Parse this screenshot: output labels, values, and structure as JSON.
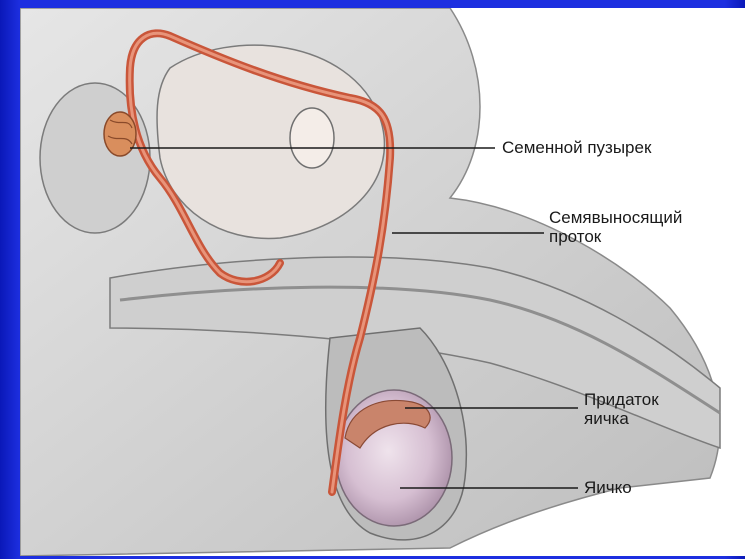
{
  "diagram": {
    "labels": {
      "seminal_vesicle": "Семенной пузырек",
      "vas_deferens_line1": "Семявыносящий",
      "vas_deferens_line2": "проток",
      "epididymis_line1": "Придаток",
      "epididymis_line2": "яичка",
      "testis": "Яичко"
    },
    "colors": {
      "background": "#1f2ad6",
      "duct": "#c9563a",
      "tissue": "#d9d9d9",
      "testis": "#d8c2d4",
      "leader_line": "#1a1a1a"
    }
  }
}
